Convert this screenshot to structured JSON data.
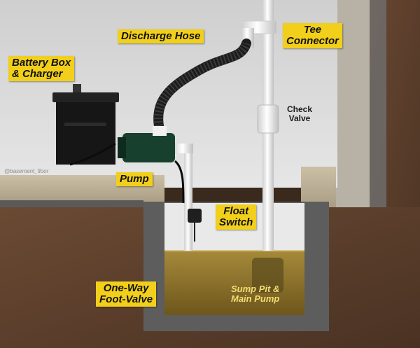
{
  "labels": {
    "discharge_hose": "Discharge Hose",
    "tee_connector_line1": "Tee",
    "tee_connector_line2": "Connector",
    "battery_box_line1": "Battery Box",
    "battery_box_line2": "& Charger",
    "check_valve_line1": "Check",
    "check_valve_line2": "Valve",
    "pump": "Pump",
    "float_switch_line1": "Float",
    "float_switch_line2": "Switch",
    "foot_valve_line1": "One-Way",
    "foot_valve_line2": "Foot-Valve",
    "sump_pit_line1": "Sump Pit &",
    "sump_pit_line2": "Main Pump"
  },
  "watermark": "@basement_floor",
  "colors": {
    "label_yellow": "#f1cf1b",
    "wall": "#d9d9d9",
    "concrete": "#bdb29c",
    "soil": "#5a3f2c",
    "water": "#8f7428",
    "pipe": "#f4f4f4",
    "hose": "#1c1c1c",
    "pump_body": "#17402e"
  }
}
